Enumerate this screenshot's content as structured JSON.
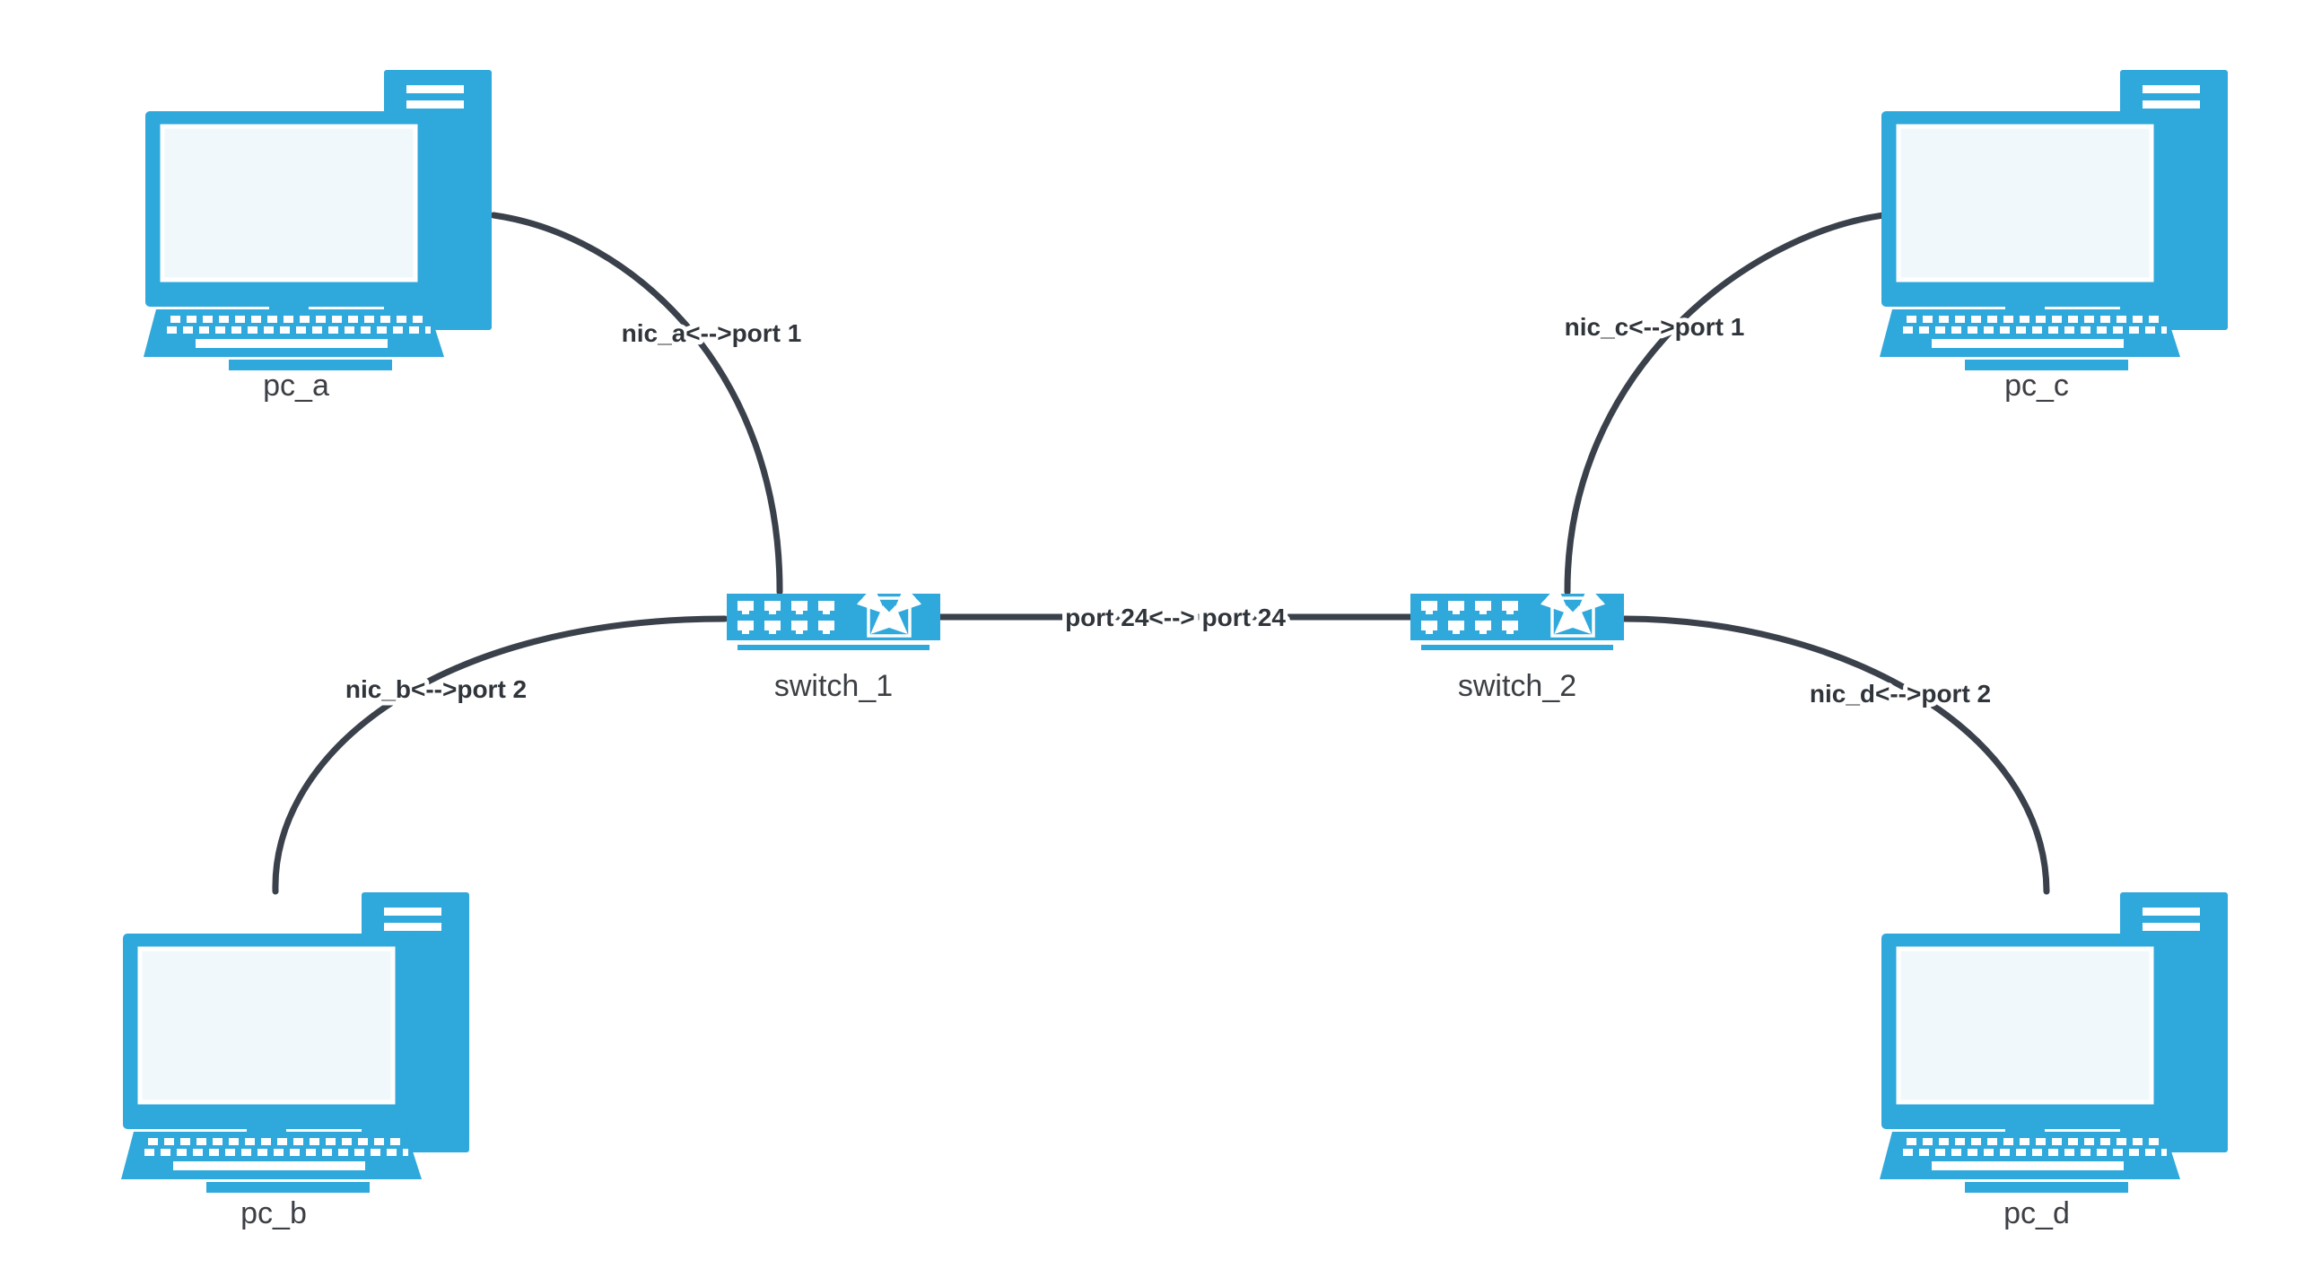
{
  "diagram": {
    "type": "network-topology",
    "colors": {
      "device": "#2fa8dc",
      "screen": "#f0f8fc",
      "link": "#3a414b",
      "label": "#3c4045",
      "background": "#ffffff"
    },
    "nodes": [
      {
        "id": "pc_a",
        "kind": "pc",
        "label": "pc_a"
      },
      {
        "id": "pc_b",
        "kind": "pc",
        "label": "pc_b"
      },
      {
        "id": "pc_c",
        "kind": "pc",
        "label": "pc_c"
      },
      {
        "id": "pc_d",
        "kind": "pc",
        "label": "pc_d"
      },
      {
        "id": "switch_1",
        "kind": "switch",
        "label": "switch_1"
      },
      {
        "id": "switch_2",
        "kind": "switch",
        "label": "switch_2"
      }
    ],
    "links": [
      {
        "from": "pc_a",
        "to": "switch_1",
        "label": "nic_a<-->port 1"
      },
      {
        "from": "pc_b",
        "to": "switch_1",
        "label": "nic_b<-->port 2"
      },
      {
        "from": "pc_c",
        "to": "switch_2",
        "label": "nic_c<-->port 1"
      },
      {
        "from": "pc_d",
        "to": "switch_2",
        "label": "nic_d<-->port 2"
      },
      {
        "from": "switch_1",
        "to": "switch_2",
        "label": "port 24<--> port 24"
      }
    ]
  }
}
